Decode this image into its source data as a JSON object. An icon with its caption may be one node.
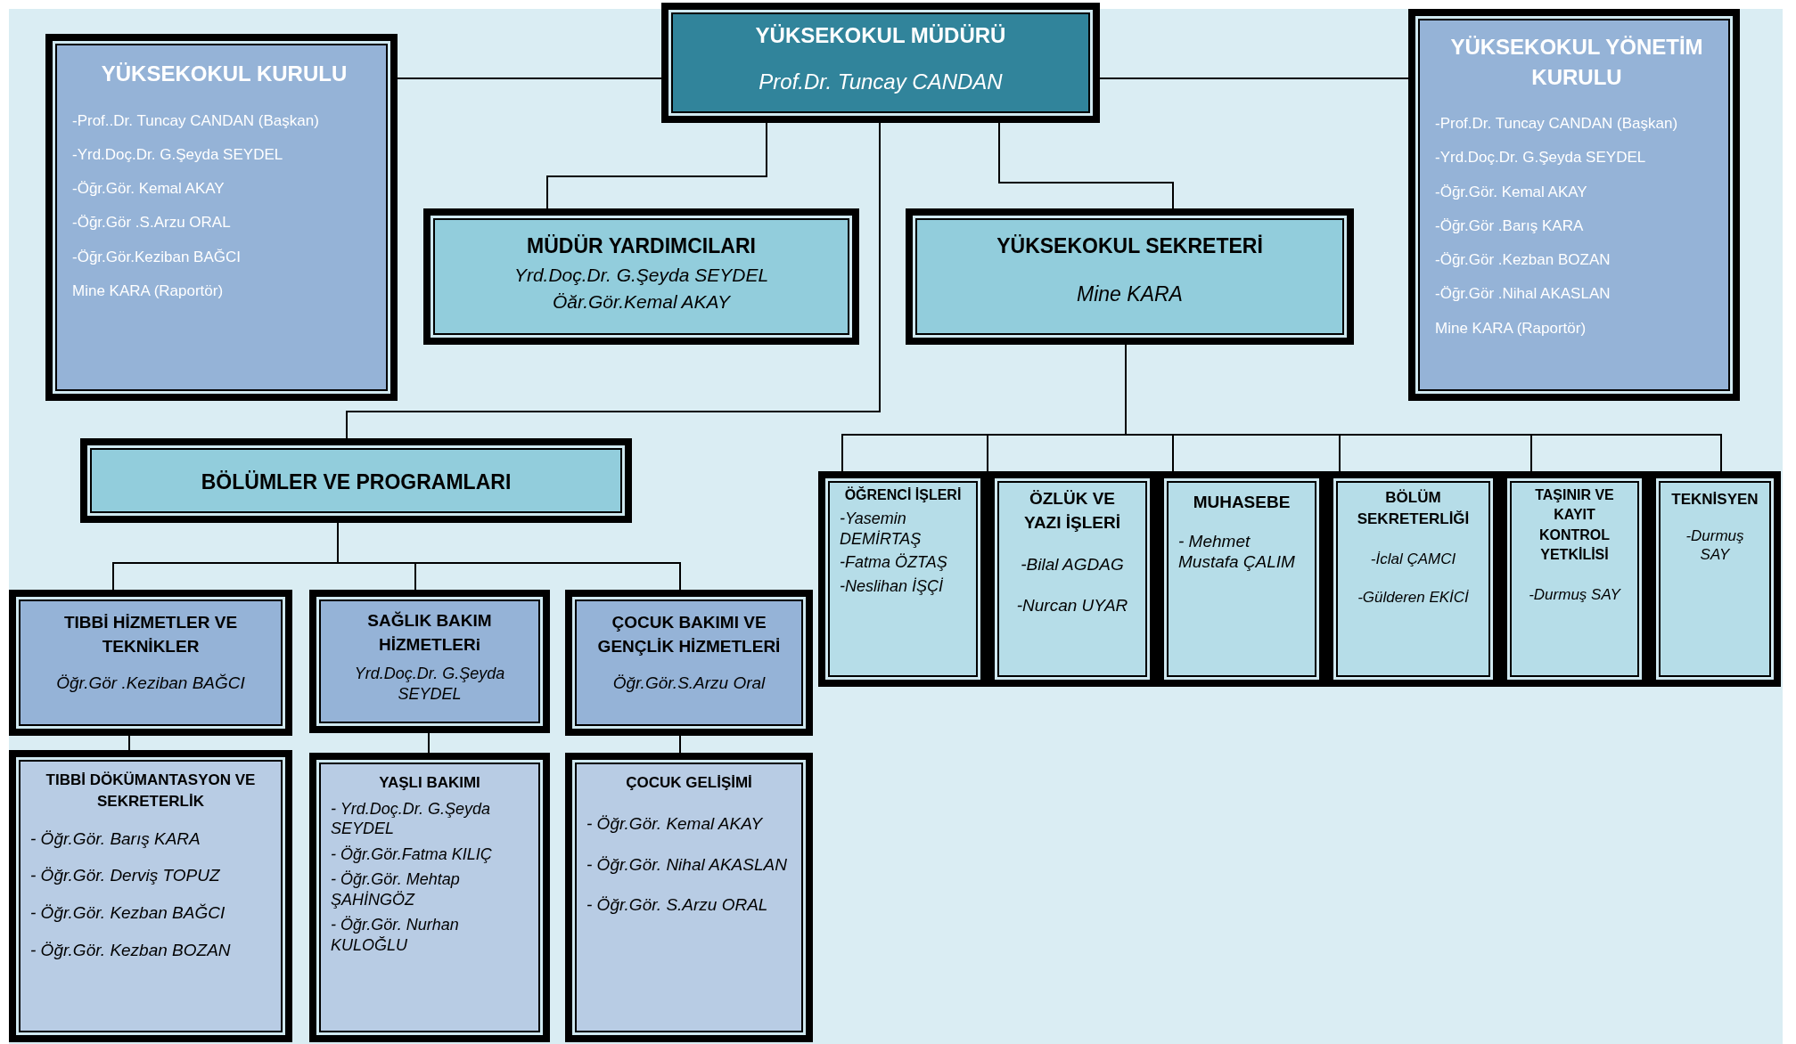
{
  "diagram": {
    "nodes": [
      {
        "text": [
          "YÜKSEKOKUL MÜDÜRÜ",
          "Prof.Dr. Tuncay CANDAN"
        ]
      },
      {
        "text": [
          "YÜKSEKOKUL KURULU",
          "-Prof..Dr. Tuncay CANDAN (Başkan)",
          "-Yrd.Doç.Dr. G.Şeyda SEYDEL",
          "-Öğr.Gör. Kemal AKAY",
          "-Öğr.Gör .S.Arzu ORAL",
          "-Öğr.Gör.Keziban BAĞCI",
          "Mine KARA (Raportör)"
        ]
      },
      {
        "text": [
          "YÜKSEKOKUL YÖNETİM KURULU",
          "-Prof.Dr. Tuncay CANDAN (Başkan)",
          "-Yrd.Doç.Dr. G.Şeyda SEYDEL",
          "-Öğr.Gör. Kemal AKAY",
          "-Öğr.Gör .Barış KARA",
          "-Öğr.Gör .Kezban BOZAN",
          "-Öğr.Gör .Nihal AKASLAN",
          "Mine KARA (Raportör)"
        ]
      },
      {
        "text": [
          "MÜDÜR YARDIMCILARI",
          "Yrd.Doç.Dr. G.Şeyda SEYDEL",
          "Öăr.Gör.Kemal AKAY"
        ]
      },
      {
        "text": [
          "YÜKSEKOKUL SEKRETERİ",
          "Mine KARA"
        ]
      },
      {
        "text": [
          "BÖLÜMLER VE PROGRAMLARI"
        ]
      },
      {
        "text": [
          "TIBBİ HİZMETLER VE TEKNİKLER",
          "Öğr.Gör .Keziban BAĞCI"
        ]
      },
      {
        "text": [
          "SAĞLIK BAKIM HİZMETLERi",
          "Yrd.Doç.Dr. G.Şeyda SEYDEL"
        ]
      },
      {
        "text": [
          "ÇOCUK BAKIMI VE GENÇLİK HİZMETLERİ",
          "Öğr.Gör.S.Arzu Oral"
        ]
      },
      {
        "text": [
          "TIBBİ DÖKÜMANTASYON VE SEKRETERLİK",
          "- Öğr.Gör. Barış KARA",
          "- Öğr.Gör. Derviş TOPUZ",
          "- Öğr.Gör. Kezban BAĞCI",
          "- Öğr.Gör. Kezban BOZAN"
        ]
      },
      {
        "text": [
          "YAŞLI BAKIMI",
          "- Yrd.Doç.Dr. G.Şeyda SEYDEL",
          "- Öğr.Gör.Fatma KILIÇ",
          "- Öğr.Gör. Mehtap ŞAHİNGÖZ",
          "- Öğr.Gör. Nurhan KULOĞLU"
        ]
      },
      {
        "text": [
          "ÇOCUK GELİŞİMİ",
          "- Öğr.Gör. Kemal AKAY",
          "- Öğr.Gör. Nihal AKASLAN",
          "- Öğr.Gör. S.Arzu ORAL"
        ]
      },
      {
        "text": [
          "ÖĞRENCİ İŞLERİ",
          "-Yasemin DEMİRTAŞ",
          "-Fatma ÖZTAŞ",
          "-Neslihan İŞÇİ"
        ]
      },
      {
        "text": [
          "ÖZLÜK VE YAZI İŞLERİ",
          "-Bilal AGDAG",
          "-Nurcan UYAR"
        ]
      },
      {
        "text": [
          "MUHASEBE",
          "- Mehmet Mustafa ÇALIM"
        ]
      },
      {
        "text": [
          "BÖLÜM SEKRETERLİĞİ",
          "-İclal ÇAMCI",
          "-Gülderen EKİCİ"
        ]
      },
      {
        "text": [
          "TAŞINIR VE KAYIT KONTROL YETKİLİSİ",
          "-Durmuş SAY"
        ]
      },
      {
        "text": [
          "TEKNİSYEN",
          "-Durmuş SAY"
        ]
      }
    ],
    "edges": [
      {
        "from": 0,
        "to": 1,
        "arrow": "none"
      },
      {
        "from": 0,
        "to": 2,
        "arrow": "none"
      },
      {
        "from": 0,
        "to": 3,
        "arrow": "none"
      },
      {
        "from": 0,
        "to": 4,
        "arrow": "none"
      },
      {
        "from": 0,
        "to": 5,
        "arrow": "none"
      },
      {
        "from": 5,
        "to": 6,
        "arrow": "none"
      },
      {
        "from": 5,
        "to": 7,
        "arrow": "none"
      },
      {
        "from": 5,
        "to": 8,
        "arrow": "none"
      },
      {
        "from": 6,
        "to": 9,
        "arrow": "none"
      },
      {
        "from": 7,
        "to": 10,
        "arrow": "none"
      },
      {
        "from": 8,
        "to": 11,
        "arrow": "none"
      },
      {
        "from": 4,
        "to": 12,
        "arrow": "none"
      },
      {
        "from": 4,
        "to": 13,
        "arrow": "none"
      },
      {
        "from": 4,
        "to": 14,
        "arrow": "none"
      },
      {
        "from": 4,
        "to": 15,
        "arrow": "none"
      },
      {
        "from": 4,
        "to": 16,
        "arrow": "none"
      },
      {
        "from": 4,
        "to": 17,
        "arrow": "none"
      }
    ]
  }
}
